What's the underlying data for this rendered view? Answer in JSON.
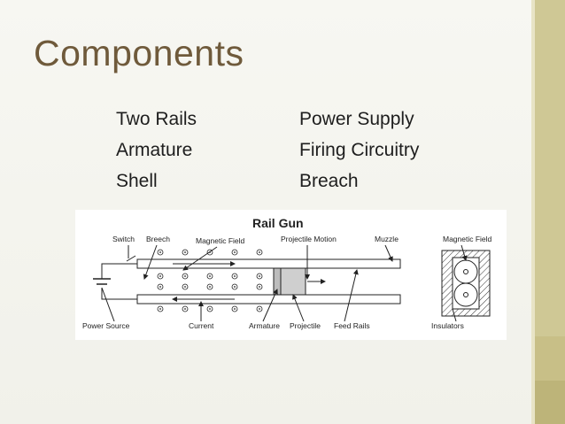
{
  "slide": {
    "title": "Components",
    "left_items": [
      "Two Rails",
      "Armature",
      "Shell"
    ],
    "right_items": [
      "Power Supply",
      "Firing Circuitry",
      "Breach"
    ]
  },
  "diagram": {
    "title": "Rail Gun",
    "labels": {
      "switch": "Switch",
      "breech": "Breech",
      "magnetic_field": "Magnetic Field",
      "projectile_motion": "Projectile Motion",
      "muzzle": "Muzzle",
      "magnetic_field_right": "Magnetic Field",
      "power_source": "Power Source",
      "current": "Current",
      "armature": "Armature",
      "projectile": "Projectile",
      "feed_rails": "Feed Rails",
      "insulators": "Insulators"
    }
  }
}
